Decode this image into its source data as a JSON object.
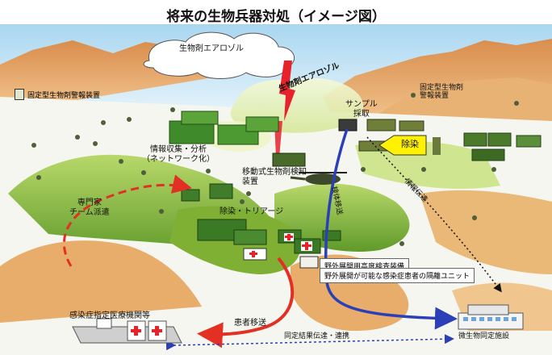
{
  "title": "将来の生物兵器対処（イメージ図）",
  "labels": {
    "aerosol_cloud": "生物剤エアロゾル",
    "aerosol_plume": "生物剤エアロゾル",
    "fixed_detector_legend": "固定型生物剤警報装置",
    "fixed_detector_right": "固定型生物剤\n警報装置",
    "sampling": "サンプル\n採取",
    "decon_arrow": "除染",
    "info": "情報収集・分析\n（ネットワーク化）",
    "mobile_detector": "移動式生物剤検知\n装置",
    "expert_team": "専門家\nチーム派遣",
    "decon_triage": "除染・トリアージ",
    "sample_transport": "検体移送",
    "info_transfer": "情報伝達",
    "field_lab": "野外展開用高度検査装備",
    "isolation_unit": "野外展開が可能な感染症患者の隔離ユニット",
    "designated_hospital": "感染症指定医療機関等",
    "patient_transport": "患者移送",
    "identification_facility": "微生物同定施設",
    "result_transfer": "同定結果伝達・連携"
  },
  "colors": {
    "sky": "#bfe3f7",
    "mountain": "#e5a866",
    "grass": "#8ebb3a",
    "cloud_red": "#e8222a",
    "arrow_red": "#e33024",
    "arrow_blue": "#2a3fb8",
    "decon_yellow": "#fff200"
  }
}
